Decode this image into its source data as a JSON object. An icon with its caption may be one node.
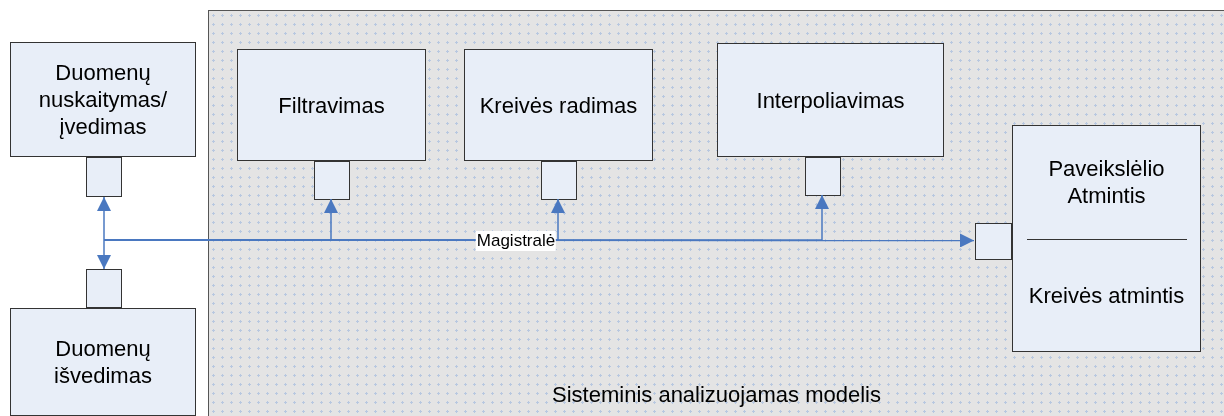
{
  "diagram": {
    "nodes": [
      {
        "text": [
          "Duomenų nuskaitymas/ įvedimas"
        ]
      },
      {
        "text": [],
        "shape": "box"
      },
      {
        "text": [
          "Sisteminis analizuojamas modelis"
        ]
      },
      {
        "text": [
          "Filtravimas"
        ],
        "in": 2
      },
      {
        "text": [],
        "shape": "box",
        "in": 2
      },
      {
        "text": [
          "Kreivės radimas"
        ],
        "in": 2
      },
      {
        "text": [],
        "shape": "box",
        "in": 2
      },
      {
        "text": [
          "Interpoliavimas"
        ],
        "in": 2
      },
      {
        "text": [],
        "shape": "box",
        "in": 2
      },
      {
        "text": [
          "Paveikslėlio Atmintis",
          "Kreivės atmintis"
        ],
        "in": 2
      },
      {
        "text": [],
        "shape": "box",
        "in": 2
      },
      {
        "text": [],
        "shape": "box"
      },
      {
        "text": [
          "Duomenų išvedimas"
        ]
      }
    ],
    "edges": [
      {
        "from": null,
        "to": 1,
        "arrow": "to"
      },
      {
        "from": null,
        "to": 11,
        "arrow": "to"
      },
      {
        "from": null,
        "to": 4,
        "arrow": "to"
      },
      {
        "from": null,
        "to": 6,
        "arrow": "to"
      },
      {
        "from": null,
        "to": 8,
        "arrow": "to"
      },
      {
        "from": null,
        "to": 10,
        "arrow": "to",
        "label": "Magistralė"
      }
    ]
  }
}
